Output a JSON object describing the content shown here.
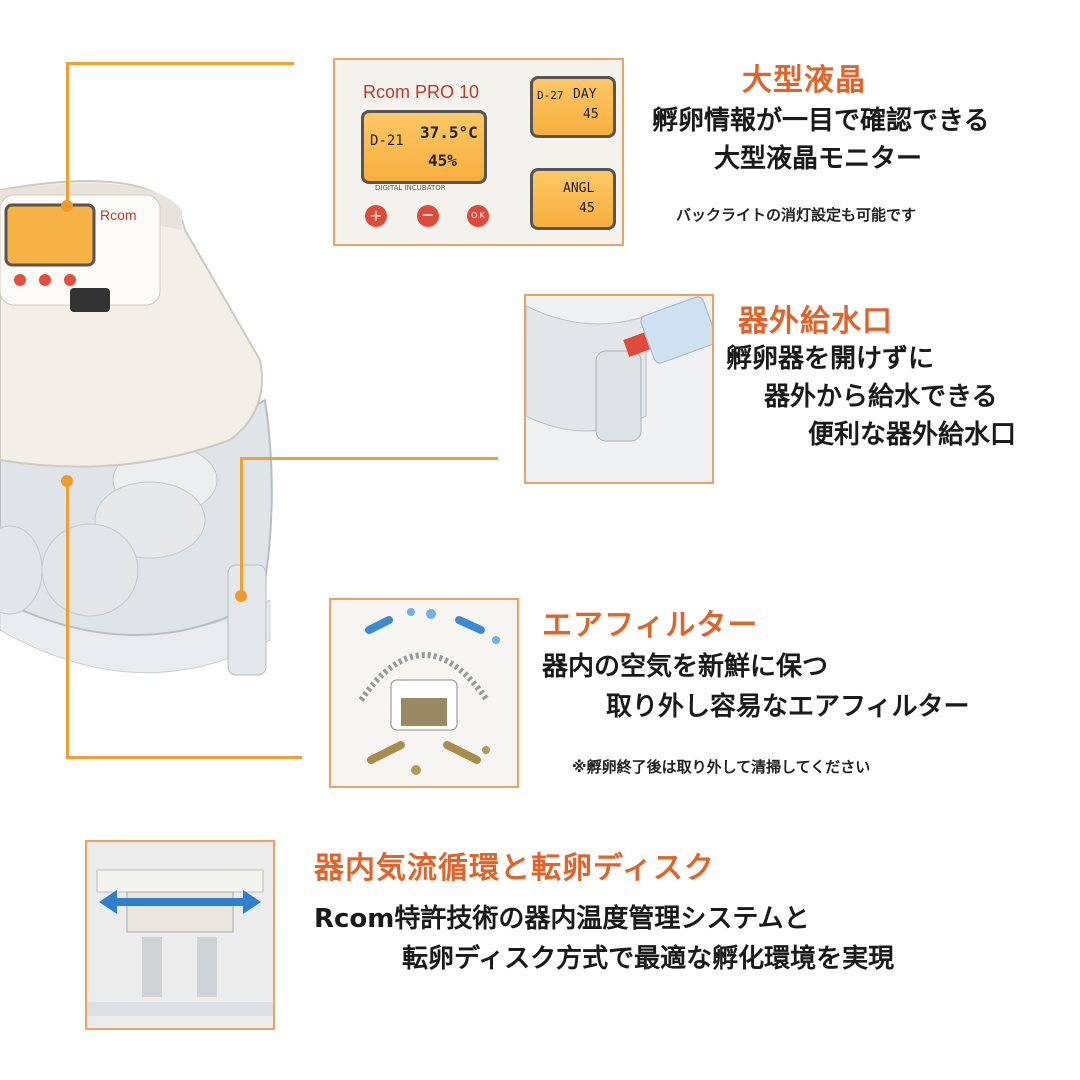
{
  "lcd_section": {
    "title": "大型液晶",
    "line1": "孵卵情報が一目で確認できる",
    "line2": "大型液晶モニター",
    "note": "バックライトの消灯設定も可能です",
    "brand": "Rcom PRO 10",
    "brand_sub": "DIGITAL INCUBATOR",
    "lcd_main_left": "D-21",
    "lcd_main_temp": "37.5°C",
    "lcd_main_hum": "45%",
    "lcd_small1_a": "D-27",
    "lcd_small1_b": "DAY",
    "lcd_small1_c": "45",
    "lcd_small2_a": "ANGL",
    "lcd_small2_b": "45",
    "ok_label": "O.K"
  },
  "water_section": {
    "title": "器外給水口",
    "line1": "孵卵器を開けずに",
    "line2": "器外から給水できる",
    "line3": "便利な器外給水口"
  },
  "filter_section": {
    "title": "エアフィルター",
    "line1": "器内の空気を新鮮に保つ",
    "line2": "取り外し容易なエアフィルター",
    "note": "※孵卵終了後は取り外して清掃してください"
  },
  "airflow_section": {
    "title": "器内気流循環と転卵ディスク",
    "line1": "Rcom特許技術の器内温度管理システムと",
    "line2": "転卵ディスク方式で最適な孵化環境を実現"
  },
  "colors": {
    "accent": "#e0642a",
    "connector": "#f0a030"
  }
}
